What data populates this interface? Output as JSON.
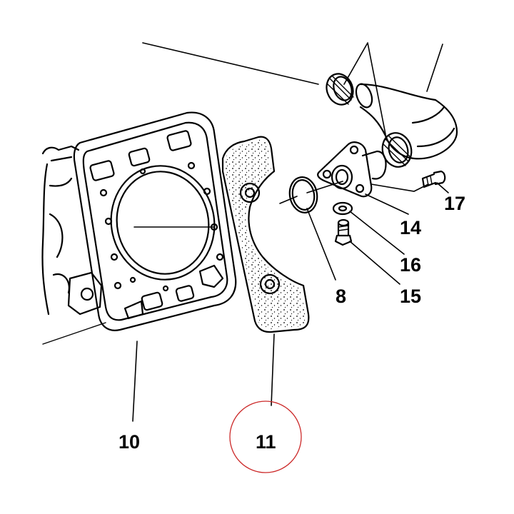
{
  "diagram": {
    "type": "exploded-parts-view",
    "highlight_color": "#cc2a2a",
    "highlighted_part": "11",
    "labels": {
      "p17": "17",
      "p14": "14",
      "p16": "16",
      "p8": "8",
      "p15": "15",
      "p10": "10",
      "p11": "11"
    }
  }
}
